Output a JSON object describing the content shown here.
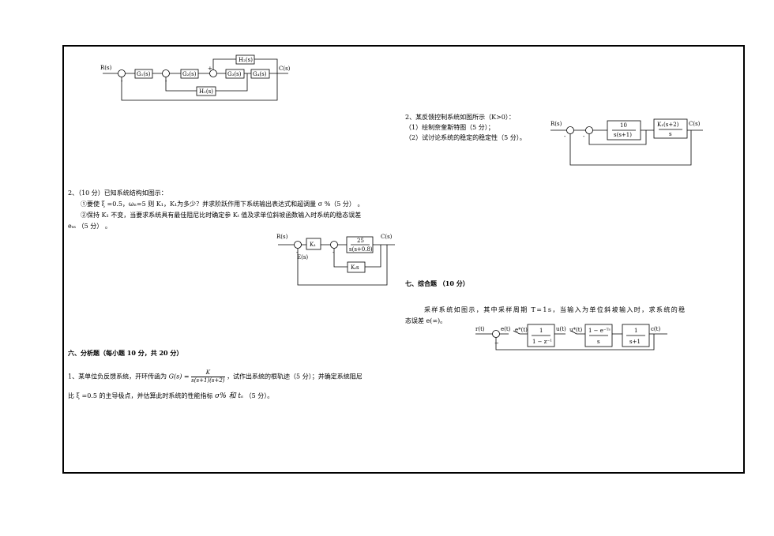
{
  "diagram_top": {
    "R": "R(s)",
    "C": "C(s)",
    "G1": "G₁(s)",
    "G2": "G₂(s)",
    "G3": "G₃(s)",
    "G4": "G₄(s)",
    "H1": "H₁(s)",
    "H2": "H₂(s)",
    "minus": "-",
    "plus": "+"
  },
  "q2_left": {
    "line1": "2、（10 分）已知系统结构如图示：",
    "line2": "①要使 ξ =0.5，ωₙ=5 则 K₁，K₁为多少？并求阶跃作用下系统输出表达式和超调量 σ %（5 分） 。",
    "line3": "②保持 K₁ 不变，当要求系统具有最佳阻尼比时确定参 Kₜ 值及求单位斜坡函数输入时系统的稳态误差",
    "line4": "eₛₛ （5 分） 。",
    "diagram": {
      "R": "R(s)",
      "C": "C(s)",
      "E": "E(s)",
      "K1": "K₁",
      "num": "25",
      "den": "s(s+0.8)",
      "Kt": "Kₜs",
      "minus": "-"
    }
  },
  "q2_right": {
    "line1": "2、某反馈控制系统如图所示（K>0）：",
    "line2": "（1）绘制奈奎斯特图（5 分）；",
    "line3": "（2）试讨论系统的稳定的稳定性（5 分）。",
    "diagram": {
      "R": "R(s)",
      "C": "C(s)",
      "num1": "10",
      "den1": "s(s+1)",
      "num2": "K₁(s+2)",
      "den2": "s",
      "minus": "-"
    }
  },
  "section6": {
    "heading": "六、分析题（每小题 10 分，共 20 分）",
    "q1_a": "1、某单位负反馈系统，开环传函为",
    "q1_formula_lhs": "G(s) =",
    "q1_formula_num": "K",
    "q1_formula_den": "s(s+1)(s+2)",
    "q1_b": "，试作出系统的根轨迹（5 分）；并确定系统阻尼",
    "q1_c": "比 ξ =0.5 的主导极点，并估算此时系统的性能指标",
    "q1_d": "σ% 和 tₛ",
    "q1_e": "（5 分）。"
  },
  "section7": {
    "heading": "七、综合题 （10 分）",
    "line1": "采样系统如图示，其中采样周期 T=1s，当输入为单位斜坡输入时，求系统的稳",
    "line2": "态误差 e(∞)。",
    "diagram": {
      "r": "r(t)",
      "e": "e(t)",
      "estar": "e*(t)",
      "u": "u(t)",
      "ustar": "u*(t)",
      "c": "c(t)",
      "b1num": "1",
      "b1den": "1 − z⁻¹",
      "b2num": "1 − e⁻ᵀˢ",
      "b2den": "s",
      "b3num": "1",
      "b3den": "s+1",
      "minus": "−"
    }
  }
}
